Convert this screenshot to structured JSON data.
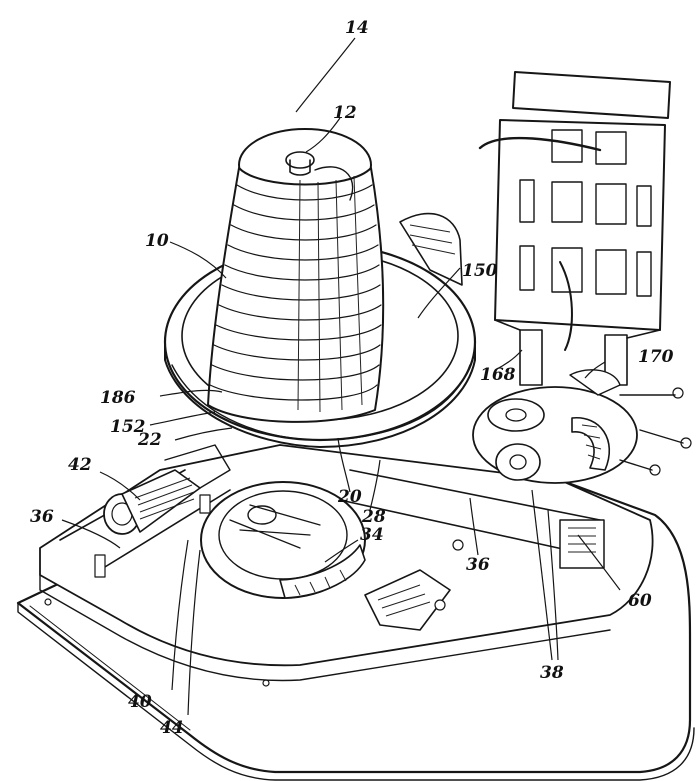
{
  "figure": {
    "reference_numerals": {
      "n14": "14",
      "n12": "12",
      "n10": "10",
      "n150": "150",
      "n186": "186",
      "n152": "152",
      "n22": "22",
      "n168": "168",
      "n170": "170",
      "n42": "42",
      "n20": "20",
      "n28": "28",
      "n36a": "36",
      "n34": "34",
      "n36b": "36",
      "n60": "60",
      "n38": "38",
      "n40": "40",
      "n44": "44"
    }
  }
}
